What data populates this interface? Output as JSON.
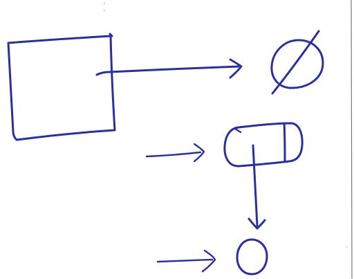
{
  "colors": {
    "ink": "#2b2f9c",
    "paper": "#ffffff",
    "edge": "#777777",
    "specks": "#aaaaaa"
  },
  "diagram": {
    "style": "hand-drawn pen sketch on white paper",
    "shapes": [
      {
        "name": "large-square",
        "kind": "rectangle"
      },
      {
        "name": "crossed-circle",
        "kind": "circle with diagonal slash"
      },
      {
        "name": "capsule",
        "kind": "rounded rectangle with vertical divider"
      },
      {
        "name": "small-circle",
        "kind": "circle"
      }
    ],
    "arrows": [
      {
        "name": "arrow-square-to-crossed-circle",
        "from": "large-square",
        "to": "crossed-circle"
      },
      {
        "name": "arrow-into-capsule",
        "from": "",
        "to": "capsule"
      },
      {
        "name": "arrow-capsule-to-small-circle",
        "from": "capsule",
        "to": "small-circle"
      },
      {
        "name": "arrow-into-small-circle",
        "from": "",
        "to": "small-circle"
      }
    ]
  }
}
